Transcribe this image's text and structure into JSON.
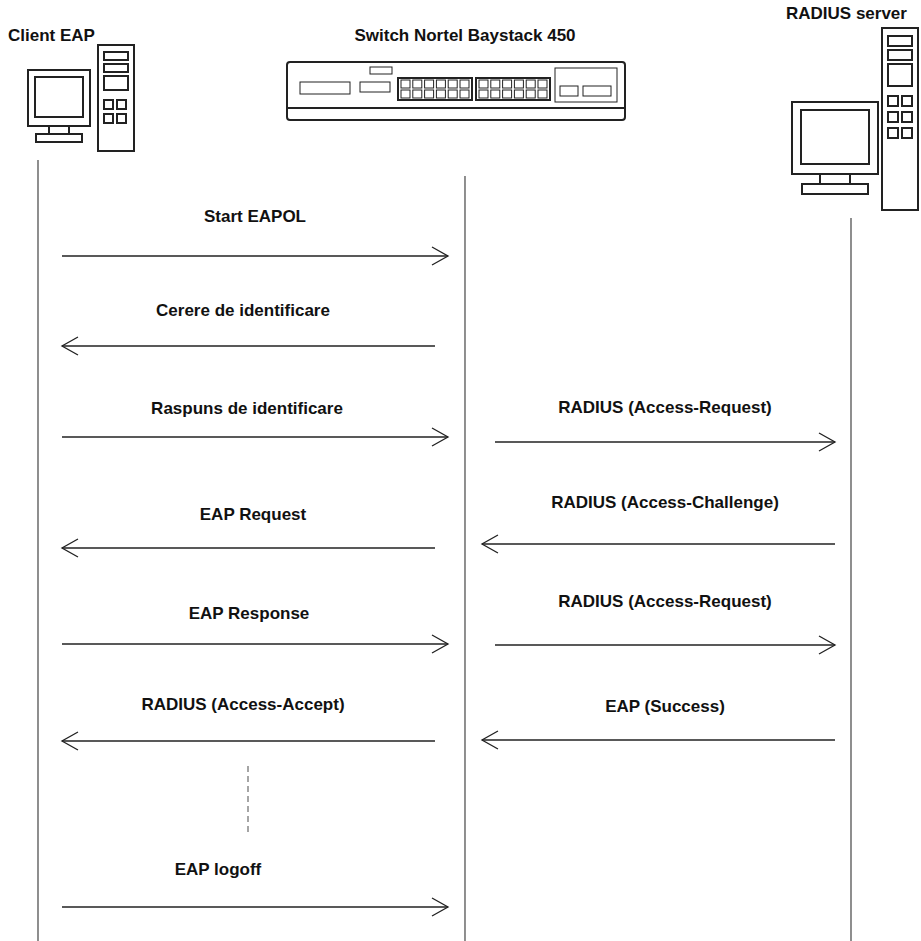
{
  "diagram": {
    "nodes": [
      {
        "text": [
          "Client EAP"
        ]
      },
      {
        "text": [
          "Switch Nortel Baystack 450"
        ]
      },
      {
        "text": [
          "RADIUS server"
        ]
      }
    ],
    "edges": [
      {
        "from": 0,
        "to": 1,
        "arrow": "to",
        "label": "Start EAPOL"
      },
      {
        "from": 1,
        "to": 0,
        "arrow": "to",
        "label": "Cerere de identificare"
      },
      {
        "from": 0,
        "to": 1,
        "arrow": "to",
        "label": "Raspuns de identificare"
      },
      {
        "from": 1,
        "to": 2,
        "arrow": "to",
        "label": "RADIUS (Access-Request)"
      },
      {
        "from": 2,
        "to": 1,
        "arrow": "to",
        "label": "RADIUS (Access-Challenge)"
      },
      {
        "from": 1,
        "to": 0,
        "arrow": "to",
        "label": "EAP Request"
      },
      {
        "from": 0,
        "to": 1,
        "arrow": "to",
        "label": "EAP Response"
      },
      {
        "from": 1,
        "to": 2,
        "arrow": "to",
        "label": "RADIUS (Access-Request)"
      },
      {
        "from": 2,
        "to": 1,
        "arrow": "to",
        "label": "RADIUS (Access-Accept)"
      },
      {
        "from": 1,
        "to": 0,
        "arrow": "to",
        "label": "EAP (Success)"
      },
      {
        "from": 0,
        "to": 1,
        "arrow": "to",
        "label": "EAP logoff"
      }
    ]
  }
}
